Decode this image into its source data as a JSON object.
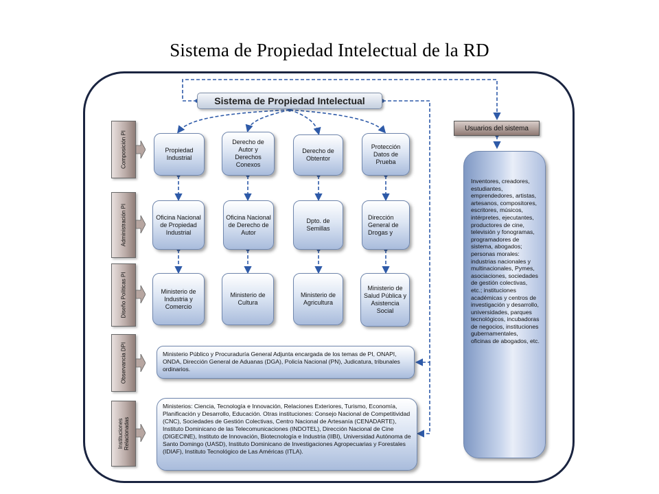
{
  "title": "Sistema de Propiedad Intelectual de la RD",
  "diagram": {
    "header": "Sistema de Propiedad Intelectual",
    "users_title": "Usuarios del sistema",
    "users_text": "Inventores, creadores, estudiantes, emprendedores, artistas, artesanos, compositores, escritores, músicos, intérpretes, ejecutantes, productores de cine, televisión y fonogramas, programadores de sistema, abogados; personas morales: industrias nacionales y multinacionales, Pymes, asociaciones, sociedades de gestión colectivas, etc.; instituciones académicas y centros de investigación y desarrollo, universidades, parques tecnológicos, incubadoras de negocios, instituciones gubernamentales, oficinas de abogados, etc.",
    "rows": [
      {
        "label": "Composición PI",
        "boxes": [
          "Propiedad Industrial",
          "Derecho de Autor y Derechos Conexos",
          "Derecho de Obtentor",
          "Protección Datos de Prueba"
        ]
      },
      {
        "label": "Administración PI",
        "boxes": [
          "Oficina Nacional de Propiedad Industrial",
          "Oficina Nacional de Derecho de Autor",
          "Dpto. de Semillas",
          "Dirección General de Drogas y"
        ]
      },
      {
        "label": "Diseño Políticas PI",
        "boxes": [
          "Ministerio de Industria y Comercio",
          "Ministerio de Cultura",
          "Ministerio de Agricultura",
          "Ministerio de Salud Pública y Asistencia Social"
        ]
      }
    ],
    "observancia": {
      "label": "Observancia DPI",
      "text": "Ministerio Público y Procuraduría General Adjunta encargada de los temas de PI, ONAPI, ONDA, Dirección General de Aduanas (DGA), Policía Nacional (PN), Judicatura, tribunales ordinarios."
    },
    "relacionadas": {
      "label": "Instituciones Relacionadas",
      "text": "Ministerios: Ciencia, Tecnología e Innovación, Relaciones Exteriores, Turismo, Economía, Planificación y Desarrollo, Educación. Otras instituciones: Consejo Nacional de Competitividad (CNC), Sociedades de Gestión Colectivas, Centro Nacional de Artesanía (CENADARTE), Instituto Dominicano de las Telecomunicaciones (INDOTEL), Dirección Nacional de Cine (DIGECINE), Instituto de Innovación, Biotecnología e Industria (IIBI), Universidad Autónoma de Santo Domingo (UASD), Instituto Dominicano de Investigaciones Agropecuarias y Forestales (IDIAF), Instituto Tecnológico de Las Américas (ITLA)."
    },
    "colors": {
      "frame": "#1a2440",
      "line": "#2e5aa8",
      "box_border": "#6f86ad"
    }
  }
}
